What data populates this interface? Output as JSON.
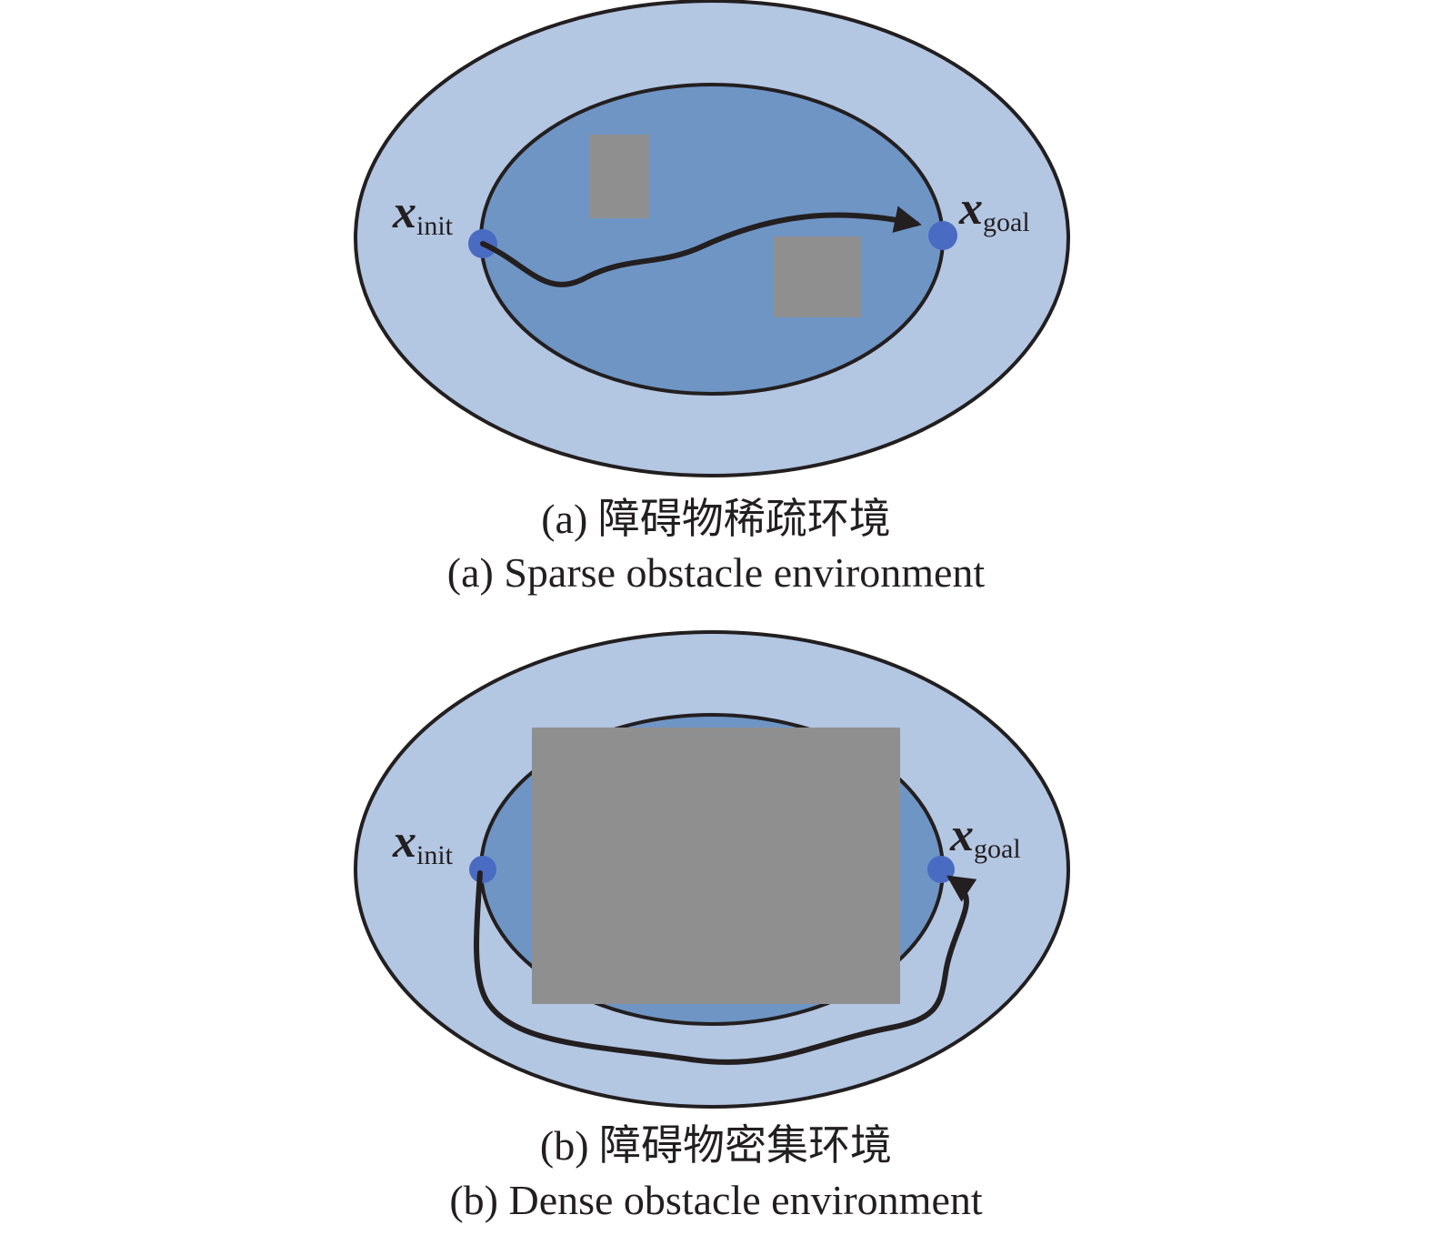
{
  "colors": {
    "outer_region": "#b3c6e2",
    "inner_region": "#6f95c5",
    "obstacle": "#908f90",
    "node": "#4a6bc2",
    "path": "#231f20"
  },
  "panel_a": {
    "init_label": {
      "symbol": "x",
      "subscript": "init"
    },
    "goal_label": {
      "symbol": "x",
      "subscript": "goal"
    },
    "caption_zh": "(a) 障碍物稀疏环境",
    "caption_en": "(a) Sparse obstacle environment"
  },
  "panel_b": {
    "init_label": {
      "symbol": "x",
      "subscript": "init"
    },
    "goal_label": {
      "symbol": "x",
      "subscript": "goal"
    },
    "caption_zh": "(b) 障碍物密集环境",
    "caption_en": "(b) Dense obstacle environment"
  }
}
